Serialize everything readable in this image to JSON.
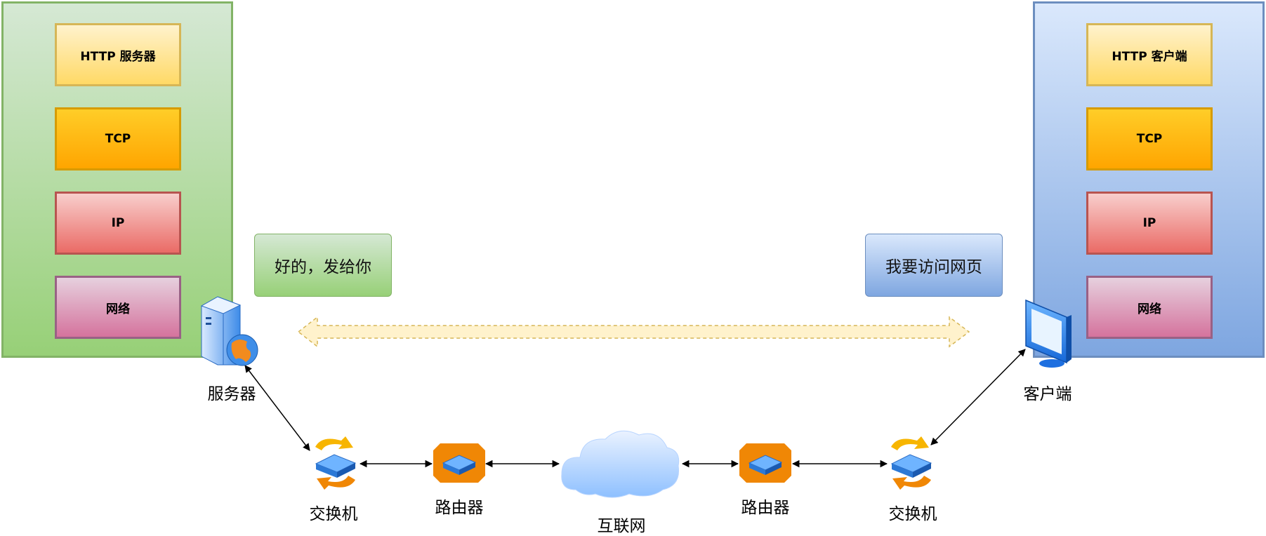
{
  "server_stack": {
    "layers": [
      "HTTP 服务器",
      "TCP",
      "IP",
      "网络"
    ]
  },
  "client_stack": {
    "layers": [
      "HTTP 客户端",
      "TCP",
      "IP",
      "网络"
    ]
  },
  "messages": {
    "server_reply": "好的，发给你",
    "client_request": "我要访问网页"
  },
  "nodes": {
    "server": {
      "label": "服务器",
      "icon": "web-server-icon"
    },
    "client": {
      "label": "客户端",
      "icon": "monitor-icon"
    },
    "switch_left": {
      "label": "交换机",
      "icon": "switch-icon"
    },
    "router_left": {
      "label": "路由器",
      "icon": "router-icon"
    },
    "internet": {
      "label": "互联网",
      "icon": "cloud-icon"
    },
    "router_right": {
      "label": "路由器",
      "icon": "router-icon"
    },
    "switch_right": {
      "label": "交换机",
      "icon": "switch-icon"
    }
  },
  "colors": {
    "green_fill": "#97d077",
    "blue_fill": "#7ea6e0",
    "orange_router": "#f08705",
    "flow_arrow": "#fff2cc"
  }
}
